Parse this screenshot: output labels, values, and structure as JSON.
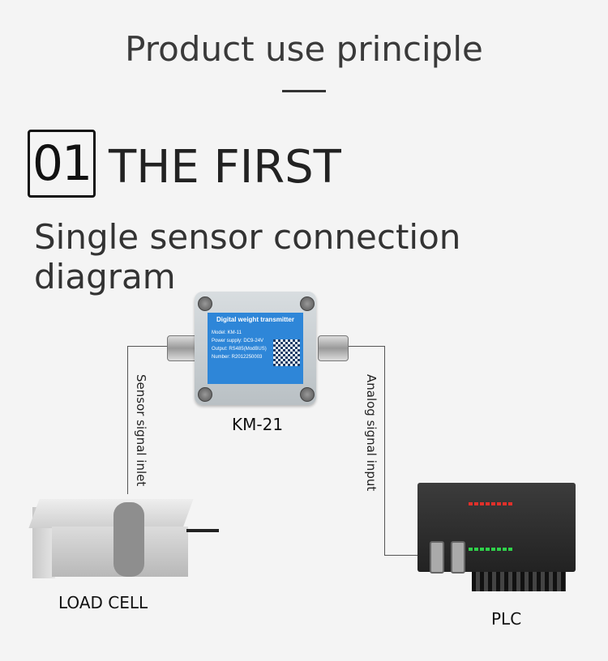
{
  "header": {
    "title": "Product use principle"
  },
  "step": {
    "number": "01",
    "title": "THE FIRST"
  },
  "subtitle": "Single sensor connection diagram",
  "transmitter": {
    "caption": "KM-21",
    "label_title": "Digital weight transmitter",
    "label_lines": [
      "Model: KM-11",
      "Power supply: DC9-24V",
      "Output: RS485(ModBUS)",
      "Number: R2012250003"
    ],
    "label_color": "#2e86d8"
  },
  "connections": {
    "left_label": "Sensor signal inlet",
    "right_label": "Analog signal input"
  },
  "load_cell": {
    "caption": "LOAD CELL"
  },
  "plc": {
    "caption": "PLC"
  },
  "colors": {
    "led_red": "#e0302a",
    "led_green": "#2fd14a"
  }
}
